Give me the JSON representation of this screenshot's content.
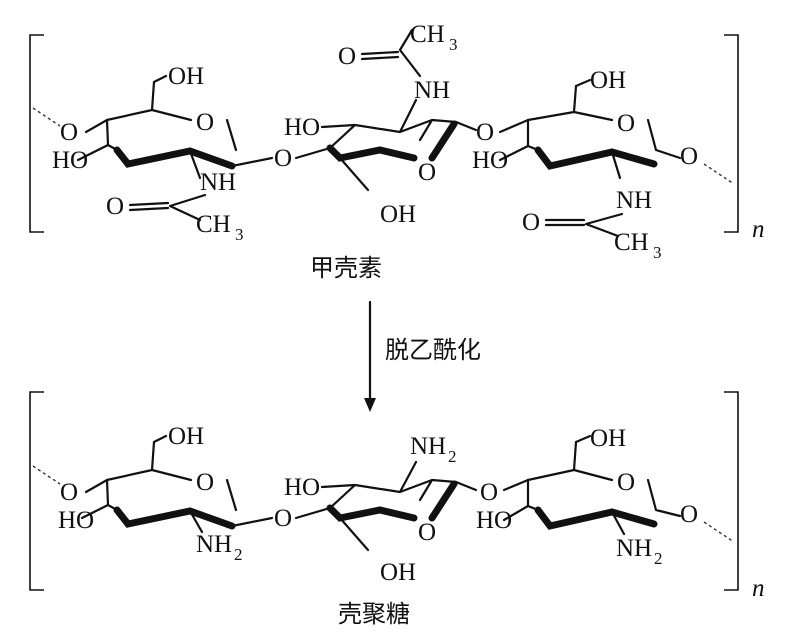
{
  "top": {
    "title": "甲壳素",
    "n": "n",
    "labels": {
      "o_left": "O",
      "ho_left": "HO",
      "oh_left_top": "OH",
      "o_ring1": "O",
      "nh_1": "NH",
      "o_carbonyl_1": "O",
      "ch3_1": "CH",
      "ch3_1_sub": "3",
      "o_link1": "O",
      "ho_mid": "HO",
      "o_ring2": "O",
      "oh_mid_bottom": "OH",
      "nh_2": "NH",
      "o_carbonyl_2": "O",
      "ch3_2": "CH",
      "ch3_2_sub": "3",
      "o_link2": "O",
      "oh_right_top": "OH",
      "o_ring3": "O",
      "ho_right": "HO",
      "o_right": "O",
      "nh_3": "NH",
      "o_carbonyl_3": "O",
      "ch3_3": "CH",
      "ch3_3_sub": "3"
    }
  },
  "reaction": {
    "label": "脱乙酰化"
  },
  "bottom": {
    "title": "壳聚糖",
    "n": "n",
    "labels": {
      "o_left": "O",
      "ho_left": "HO",
      "oh_left_top": "OH",
      "o_ring1": "O",
      "nh2_1": "NH",
      "nh2_1_sub": "2",
      "o_link1": "O",
      "ho_mid": "HO",
      "o_ring2": "O",
      "oh_mid_bottom": "OH",
      "nh2_2": "NH",
      "nh2_2_sub": "2",
      "o_link2": "O",
      "oh_right_top": "OH",
      "o_ring3": "O",
      "ho_right": "HO",
      "o_right": "O",
      "nh2_3": "NH",
      "nh2_3_sub": "2"
    }
  }
}
